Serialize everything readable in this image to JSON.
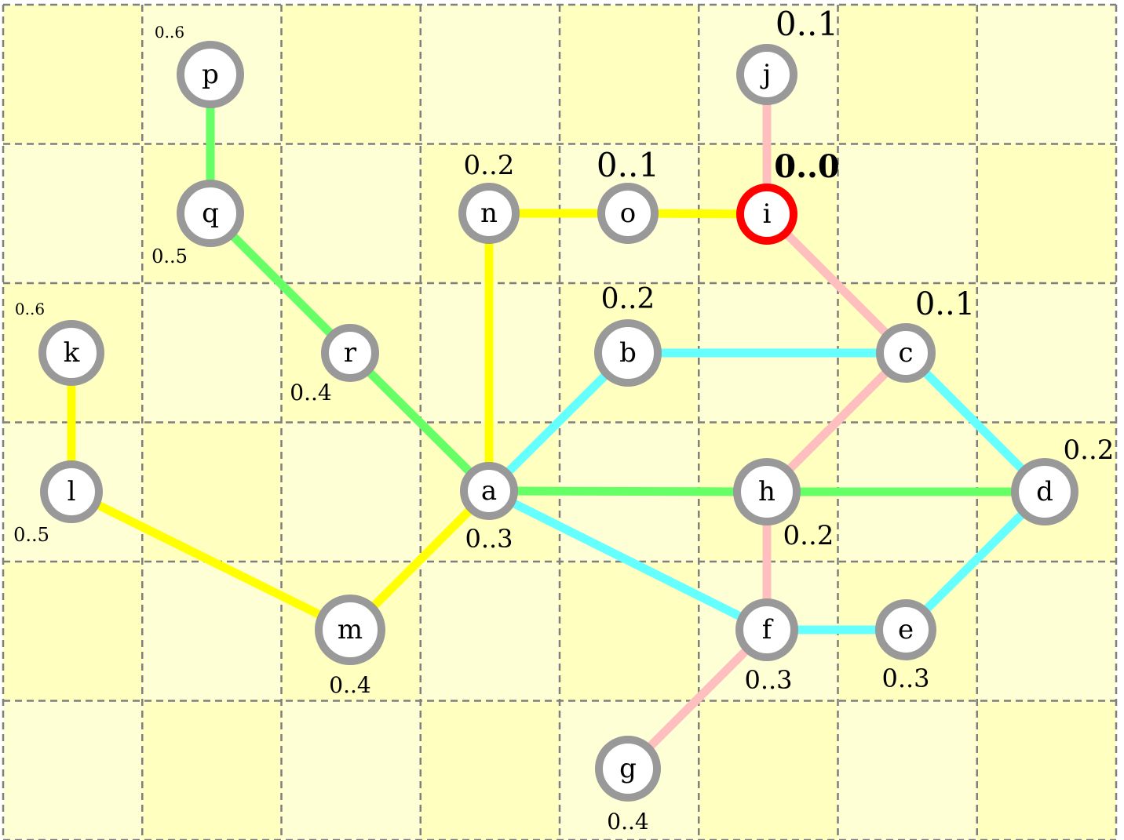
{
  "colors": {
    "tile_a": "#FFFFC0",
    "tile_b": "#FFFFD6",
    "grid_line": "#7F7F7F",
    "node_border": "#999999",
    "node_fill": "#FFFFFF",
    "highlight_border": "#FF0000",
    "edge_yellow": "#FFFF00",
    "edge_cyan": "#66FFFF",
    "edge_green": "#66FF66",
    "edge_pink": "#FFBFBF"
  },
  "grid": {
    "columns": 8,
    "rows": 6
  },
  "nodes": [
    {
      "id": "a",
      "label": "a",
      "dist": "0..3",
      "size": "medium",
      "highlight": false
    },
    {
      "id": "b",
      "label": "b",
      "dist": "0..2",
      "size": "large",
      "highlight": false
    },
    {
      "id": "c",
      "label": "c",
      "dist": "0..1",
      "size": "xlarge",
      "highlight": false
    },
    {
      "id": "d",
      "label": "d",
      "dist": "0..2",
      "size": "large",
      "highlight": false
    },
    {
      "id": "e",
      "label": "e",
      "dist": "0..3",
      "size": "medium",
      "highlight": false
    },
    {
      "id": "f",
      "label": "f",
      "dist": "0..3",
      "size": "medium",
      "highlight": false
    },
    {
      "id": "g",
      "label": "g",
      "dist": "0..4",
      "size": "small",
      "highlight": false
    },
    {
      "id": "h",
      "label": "h",
      "dist": "0..2",
      "size": "large",
      "highlight": false
    },
    {
      "id": "i",
      "label": "i",
      "dist": "0..0",
      "size": "xxlarge",
      "highlight": true
    },
    {
      "id": "j",
      "label": "j",
      "dist": "0..1",
      "size": "xlarge",
      "highlight": false
    },
    {
      "id": "k",
      "label": "k",
      "dist": "0..6",
      "size": "tiny",
      "highlight": false
    },
    {
      "id": "l",
      "label": "l",
      "dist": "0..5",
      "size": "small",
      "highlight": false
    },
    {
      "id": "m",
      "label": "m",
      "dist": "0..4",
      "size": "medium",
      "highlight": false
    },
    {
      "id": "n",
      "label": "n",
      "dist": "0..2",
      "size": "large",
      "highlight": false
    },
    {
      "id": "o",
      "label": "o",
      "dist": "0..1",
      "size": "xlarge",
      "highlight": false
    },
    {
      "id": "p",
      "label": "p",
      "dist": "0..6",
      "size": "tiny",
      "highlight": false
    },
    {
      "id": "q",
      "label": "q",
      "dist": "0..5",
      "size": "small",
      "highlight": false
    },
    {
      "id": "r",
      "label": "r",
      "dist": "0..4",
      "size": "medium",
      "highlight": false
    }
  ],
  "edges": [
    {
      "from": "p",
      "to": "q",
      "color": "edge_green"
    },
    {
      "from": "q",
      "to": "r",
      "color": "edge_green"
    },
    {
      "from": "r",
      "to": "a",
      "color": "edge_green"
    },
    {
      "from": "a",
      "to": "h",
      "color": "edge_green"
    },
    {
      "from": "h",
      "to": "d",
      "color": "edge_green"
    },
    {
      "from": "n",
      "to": "o",
      "color": "edge_yellow"
    },
    {
      "from": "o",
      "to": "i",
      "color": "edge_yellow"
    },
    {
      "from": "n",
      "to": "a",
      "color": "edge_yellow"
    },
    {
      "from": "a",
      "to": "m",
      "color": "edge_yellow"
    },
    {
      "from": "m",
      "to": "l",
      "color": "edge_yellow"
    },
    {
      "from": "l",
      "to": "k",
      "color": "edge_yellow"
    },
    {
      "from": "a",
      "to": "b",
      "color": "edge_cyan"
    },
    {
      "from": "b",
      "to": "c",
      "color": "edge_cyan"
    },
    {
      "from": "c",
      "to": "d",
      "color": "edge_cyan"
    },
    {
      "from": "d",
      "to": "e",
      "color": "edge_cyan"
    },
    {
      "from": "e",
      "to": "f",
      "color": "edge_cyan"
    },
    {
      "from": "a",
      "to": "f",
      "color": "edge_cyan"
    },
    {
      "from": "j",
      "to": "i",
      "color": "edge_pink"
    },
    {
      "from": "i",
      "to": "c",
      "color": "edge_pink"
    },
    {
      "from": "c",
      "to": "h",
      "color": "edge_pink"
    },
    {
      "from": "h",
      "to": "f",
      "color": "edge_pink"
    },
    {
      "from": "f",
      "to": "g",
      "color": "edge_pink"
    }
  ]
}
